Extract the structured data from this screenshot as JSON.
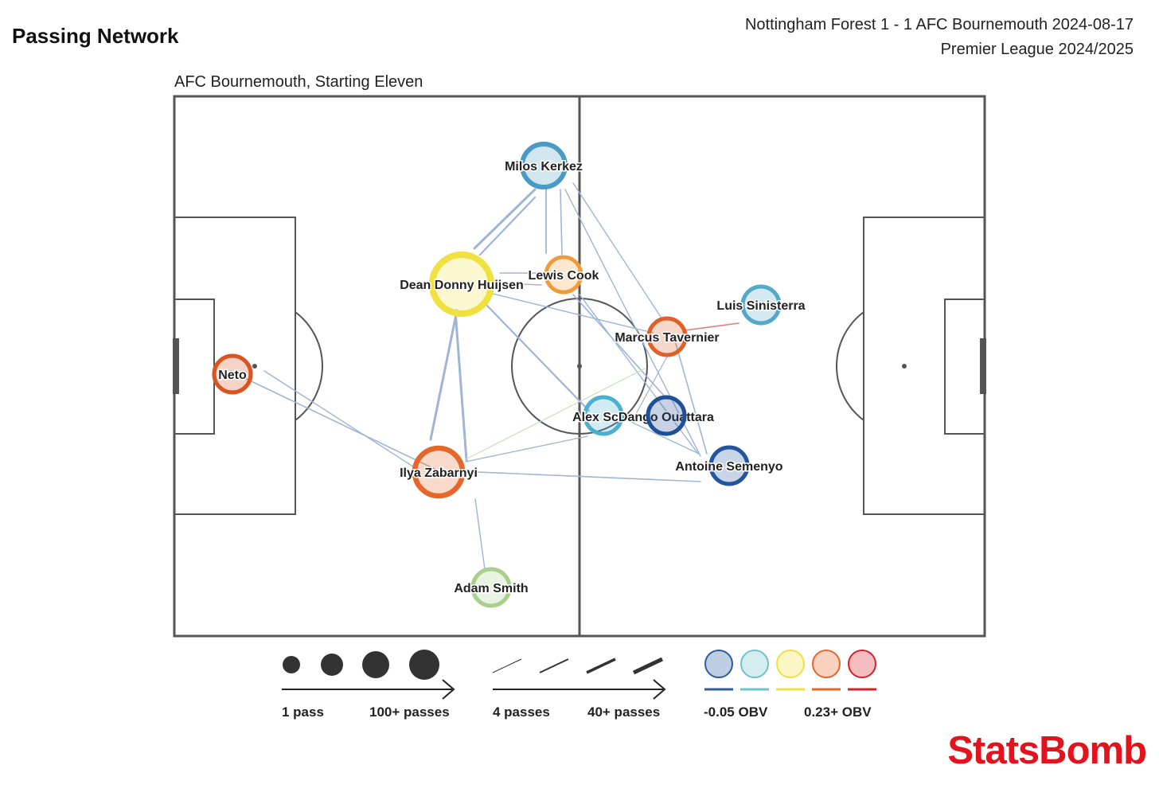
{
  "header": {
    "title": "Passing Network",
    "match_line1": "Nottingham Forest 1 - 1 AFC Bournemouth 2024-08-17",
    "match_line2": "Premier League 2024/2025",
    "subtitle": "AFC Bournemouth, Starting Eleven"
  },
  "colors": {
    "obv_scale": [
      "#2b5c9e",
      "#6cc3c9",
      "#f0e040",
      "#e8662a",
      "#d8202a"
    ],
    "edge": "#9fb5d3",
    "brand": "#e3121d"
  },
  "players": [
    {
      "name": "Milos Kerkez",
      "color": "#4a9bc4",
      "obv_level": 0.2
    },
    {
      "name": "Lewis Cook",
      "color": "#ef9b3a",
      "obv_level": 0.65
    },
    {
      "name": "Dean Donny Huijsen",
      "color": "#f0e040",
      "obv_level": 0.5
    },
    {
      "name": "Luis Sinisterra",
      "color": "#52a9c8",
      "obv_level": 0.25
    },
    {
      "name": "Marcus Tavernier",
      "color": "#e0602a",
      "obv_level": 0.85
    },
    {
      "name": "Neto",
      "color": "#d9541f",
      "obv_level": 0.9
    },
    {
      "name": "Alex ScDango Ouattara",
      "color": "#4ab0d0",
      "obv_level": 0.25
    },
    {
      "name": "Alex Scott",
      "color": "#1f4f96",
      "obv_level": 0.0
    },
    {
      "name": "Antoine Semenyo",
      "color": "#2456a0",
      "obv_level": 0.0
    },
    {
      "name": "Ilya Zabarnyi",
      "color": "#e5672a",
      "obv_level": 0.8
    },
    {
      "name": "Adam Smith",
      "color": "#a8cf8c",
      "obv_level": 0.4
    }
  ],
  "legend": {
    "size_min": "1 pass",
    "size_max": "100+ passes",
    "width_min": "4 passes",
    "width_max": "40+ passes",
    "obv_min": "-0.05 OBV",
    "obv_max": "0.23+ OBV"
  },
  "brand": {
    "logo": "StatsBomb"
  }
}
